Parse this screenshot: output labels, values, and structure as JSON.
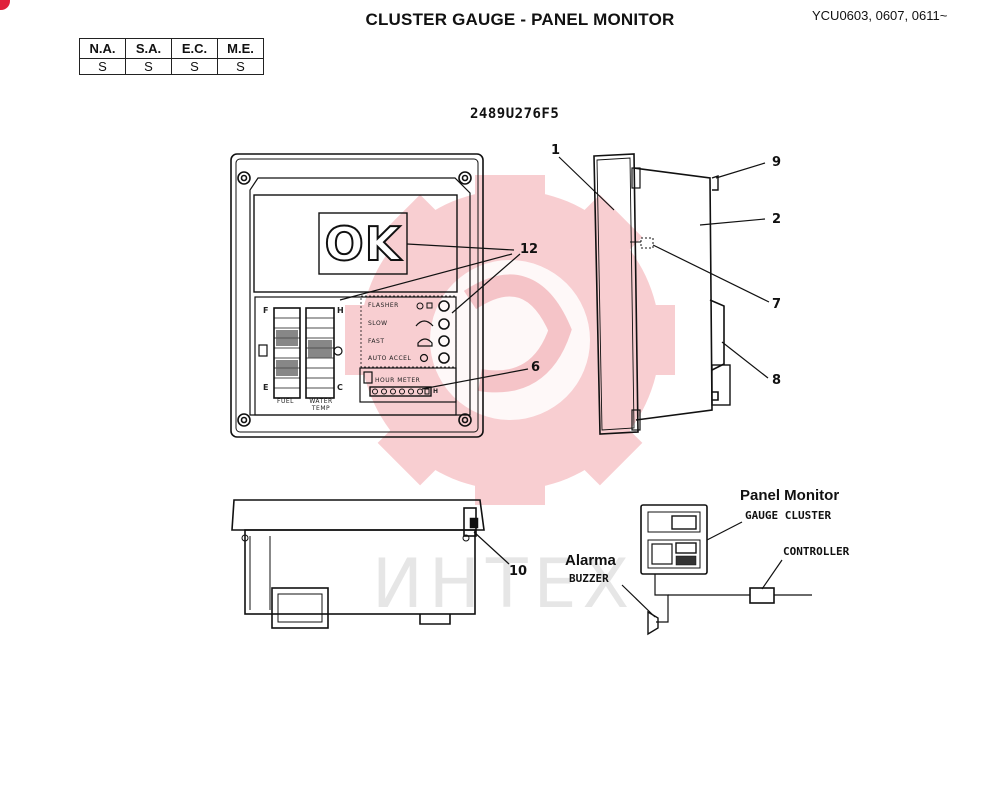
{
  "header": {
    "title": "CLUSTER GAUGE - PANEL MONITOR",
    "serial_range": "YCU0603, 0607, 0611~"
  },
  "spec_table": {
    "headers": [
      "N.A.",
      "S.A.",
      "E.C.",
      "M.E."
    ],
    "values": [
      "S",
      "S",
      "S",
      "S"
    ]
  },
  "drawing_number": "2489U276F5",
  "front_panel": {
    "display_text": "OK",
    "lamps": [
      "FLASHER",
      "SLOW",
      "FAST",
      "AUTO ACCEL"
    ],
    "gauge_fuel_label": "FUEL",
    "gauge_temp_label": "WATER TEMP",
    "fuel_full": "F",
    "fuel_empty": "E",
    "temp_hot": "H",
    "temp_cold": "C",
    "hour_meter_label": "HOUR METER",
    "hour_meter_suffix": "H"
  },
  "callouts": {
    "c1": "1",
    "c2": "2",
    "c6": "6",
    "c7": "7",
    "c8": "8",
    "c9": "9",
    "c10": "10",
    "c12": "12"
  },
  "schematic": {
    "panel_monitor": "Panel Monitor",
    "gauge_cluster": "GAUGE CLUSTER",
    "controller": "CONTROLLER",
    "alarma": "Alarma",
    "buzzer": "BUZZER"
  },
  "watermark": "ИHTEX",
  "colors": {
    "watermark": "#f3b7bc",
    "ink": "#111111",
    "badge": "#e0203a"
  }
}
